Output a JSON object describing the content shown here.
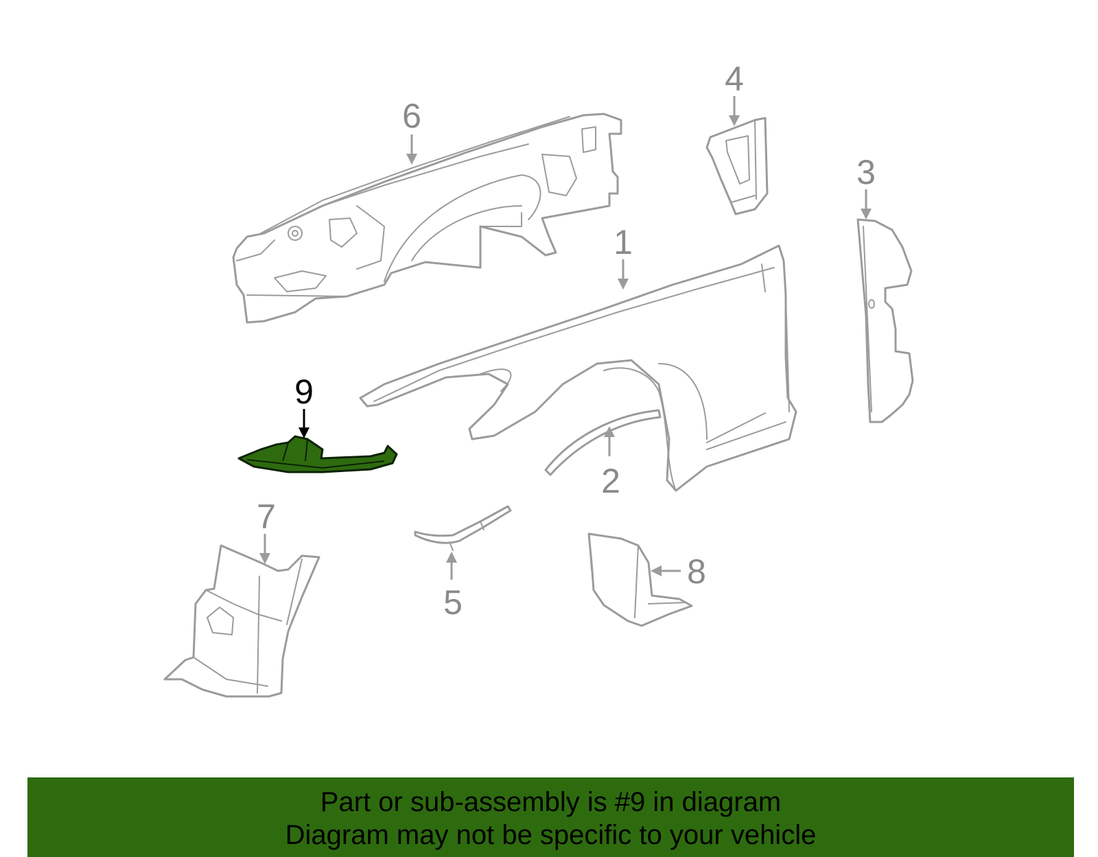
{
  "diagram": {
    "callouts": [
      "1",
      "2",
      "3",
      "4",
      "5",
      "6",
      "7",
      "8",
      "9"
    ],
    "highlighted_part": "9",
    "colors": {
      "part_outline": "#9b9b9b",
      "highlight_fill": "#2e6b0f",
      "highlight_outline": "#0c2203",
      "banner_background": "#2e6b0f"
    }
  },
  "banner": {
    "line1": "Part or sub-assembly is #9 in diagram",
    "line2": "Diagram may not be specific to your vehicle"
  }
}
